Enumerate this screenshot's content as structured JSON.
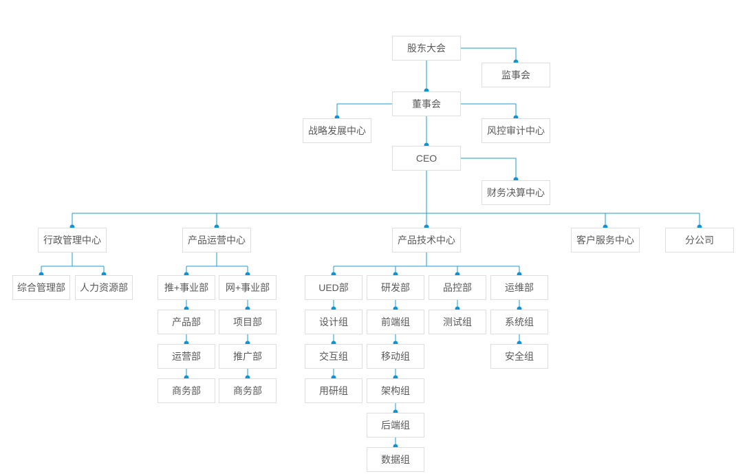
{
  "diagram_type": "org-chart",
  "nodes": {
    "shareholders": {
      "label": "股东大会",
      "reports_to": null
    },
    "supervisory": {
      "label": "监事会",
      "reports_to": "股东大会"
    },
    "board": {
      "label": "董事会",
      "reports_to": "股东大会"
    },
    "strategy": {
      "label": "战略发展中心",
      "reports_to": "董事会"
    },
    "risk_audit": {
      "label": "风控审计中心",
      "reports_to": "董事会"
    },
    "ceo": {
      "label": "CEO",
      "reports_to": "董事会"
    },
    "finance": {
      "label": "财务决算中心",
      "reports_to": "CEO"
    },
    "admin_center": {
      "label": "行政管理中心",
      "reports_to": "CEO"
    },
    "ops_center": {
      "label": "产品运营中心",
      "reports_to": "CEO"
    },
    "tech_center": {
      "label": "产品技术中心",
      "reports_to": "CEO"
    },
    "service_center": {
      "label": "客户服务中心",
      "reports_to": "CEO"
    },
    "branch": {
      "label": "分公司",
      "reports_to": "CEO"
    },
    "general_dept": {
      "label": "综合管理部",
      "reports_to": "行政管理中心"
    },
    "hr_dept": {
      "label": "人力资源部",
      "reports_to": "行政管理中心"
    },
    "tui_division": {
      "label": "推+事业部",
      "reports_to": "产品运营中心"
    },
    "wang_division": {
      "label": "网+事业部",
      "reports_to": "产品运营中心"
    },
    "product_dept": {
      "label": "产品部",
      "reports_to": "推+事业部"
    },
    "operation_dept": {
      "label": "运营部",
      "reports_to": "产品部"
    },
    "business_dept_tui": {
      "label": "商务部",
      "reports_to": "运营部"
    },
    "project_dept": {
      "label": "项目部",
      "reports_to": "网+事业部"
    },
    "promotion_dept": {
      "label": "推广部",
      "reports_to": "项目部"
    },
    "business_dept_wang": {
      "label": "商务部",
      "reports_to": "推广部"
    },
    "ued_dept": {
      "label": "UED部",
      "reports_to": "产品技术中心"
    },
    "rd_dept": {
      "label": "研发部",
      "reports_to": "产品技术中心"
    },
    "qc_dept": {
      "label": "品控部",
      "reports_to": "产品技术中心"
    },
    "om_dept": {
      "label": "运维部",
      "reports_to": "产品技术中心"
    },
    "design_group": {
      "label": "设计组",
      "reports_to": "UED部"
    },
    "interaction_group": {
      "label": "交互组",
      "reports_to": "设计组"
    },
    "user_research_group": {
      "label": "用研组",
      "reports_to": "交互组"
    },
    "frontend_group": {
      "label": "前端组",
      "reports_to": "研发部"
    },
    "mobile_group": {
      "label": "移动组",
      "reports_to": "前端组"
    },
    "architecture_group": {
      "label": "架构组",
      "reports_to": "移动组"
    },
    "backend_group": {
      "label": "后端组",
      "reports_to": "架构组"
    },
    "data_group": {
      "label": "数据组",
      "reports_to": "后端组"
    },
    "testing_group": {
      "label": "测试组",
      "reports_to": "品控部"
    },
    "system_group": {
      "label": "系统组",
      "reports_to": "运维部"
    },
    "security_group": {
      "label": "安全组",
      "reports_to": "系统组"
    }
  },
  "colors": {
    "connector_line": "#1b9bd8",
    "connector_dot": "#0f93d2",
    "box_border": "#dedede",
    "box_background": "#ffffff",
    "text": "#595959",
    "page_background": "#ffffff"
  }
}
